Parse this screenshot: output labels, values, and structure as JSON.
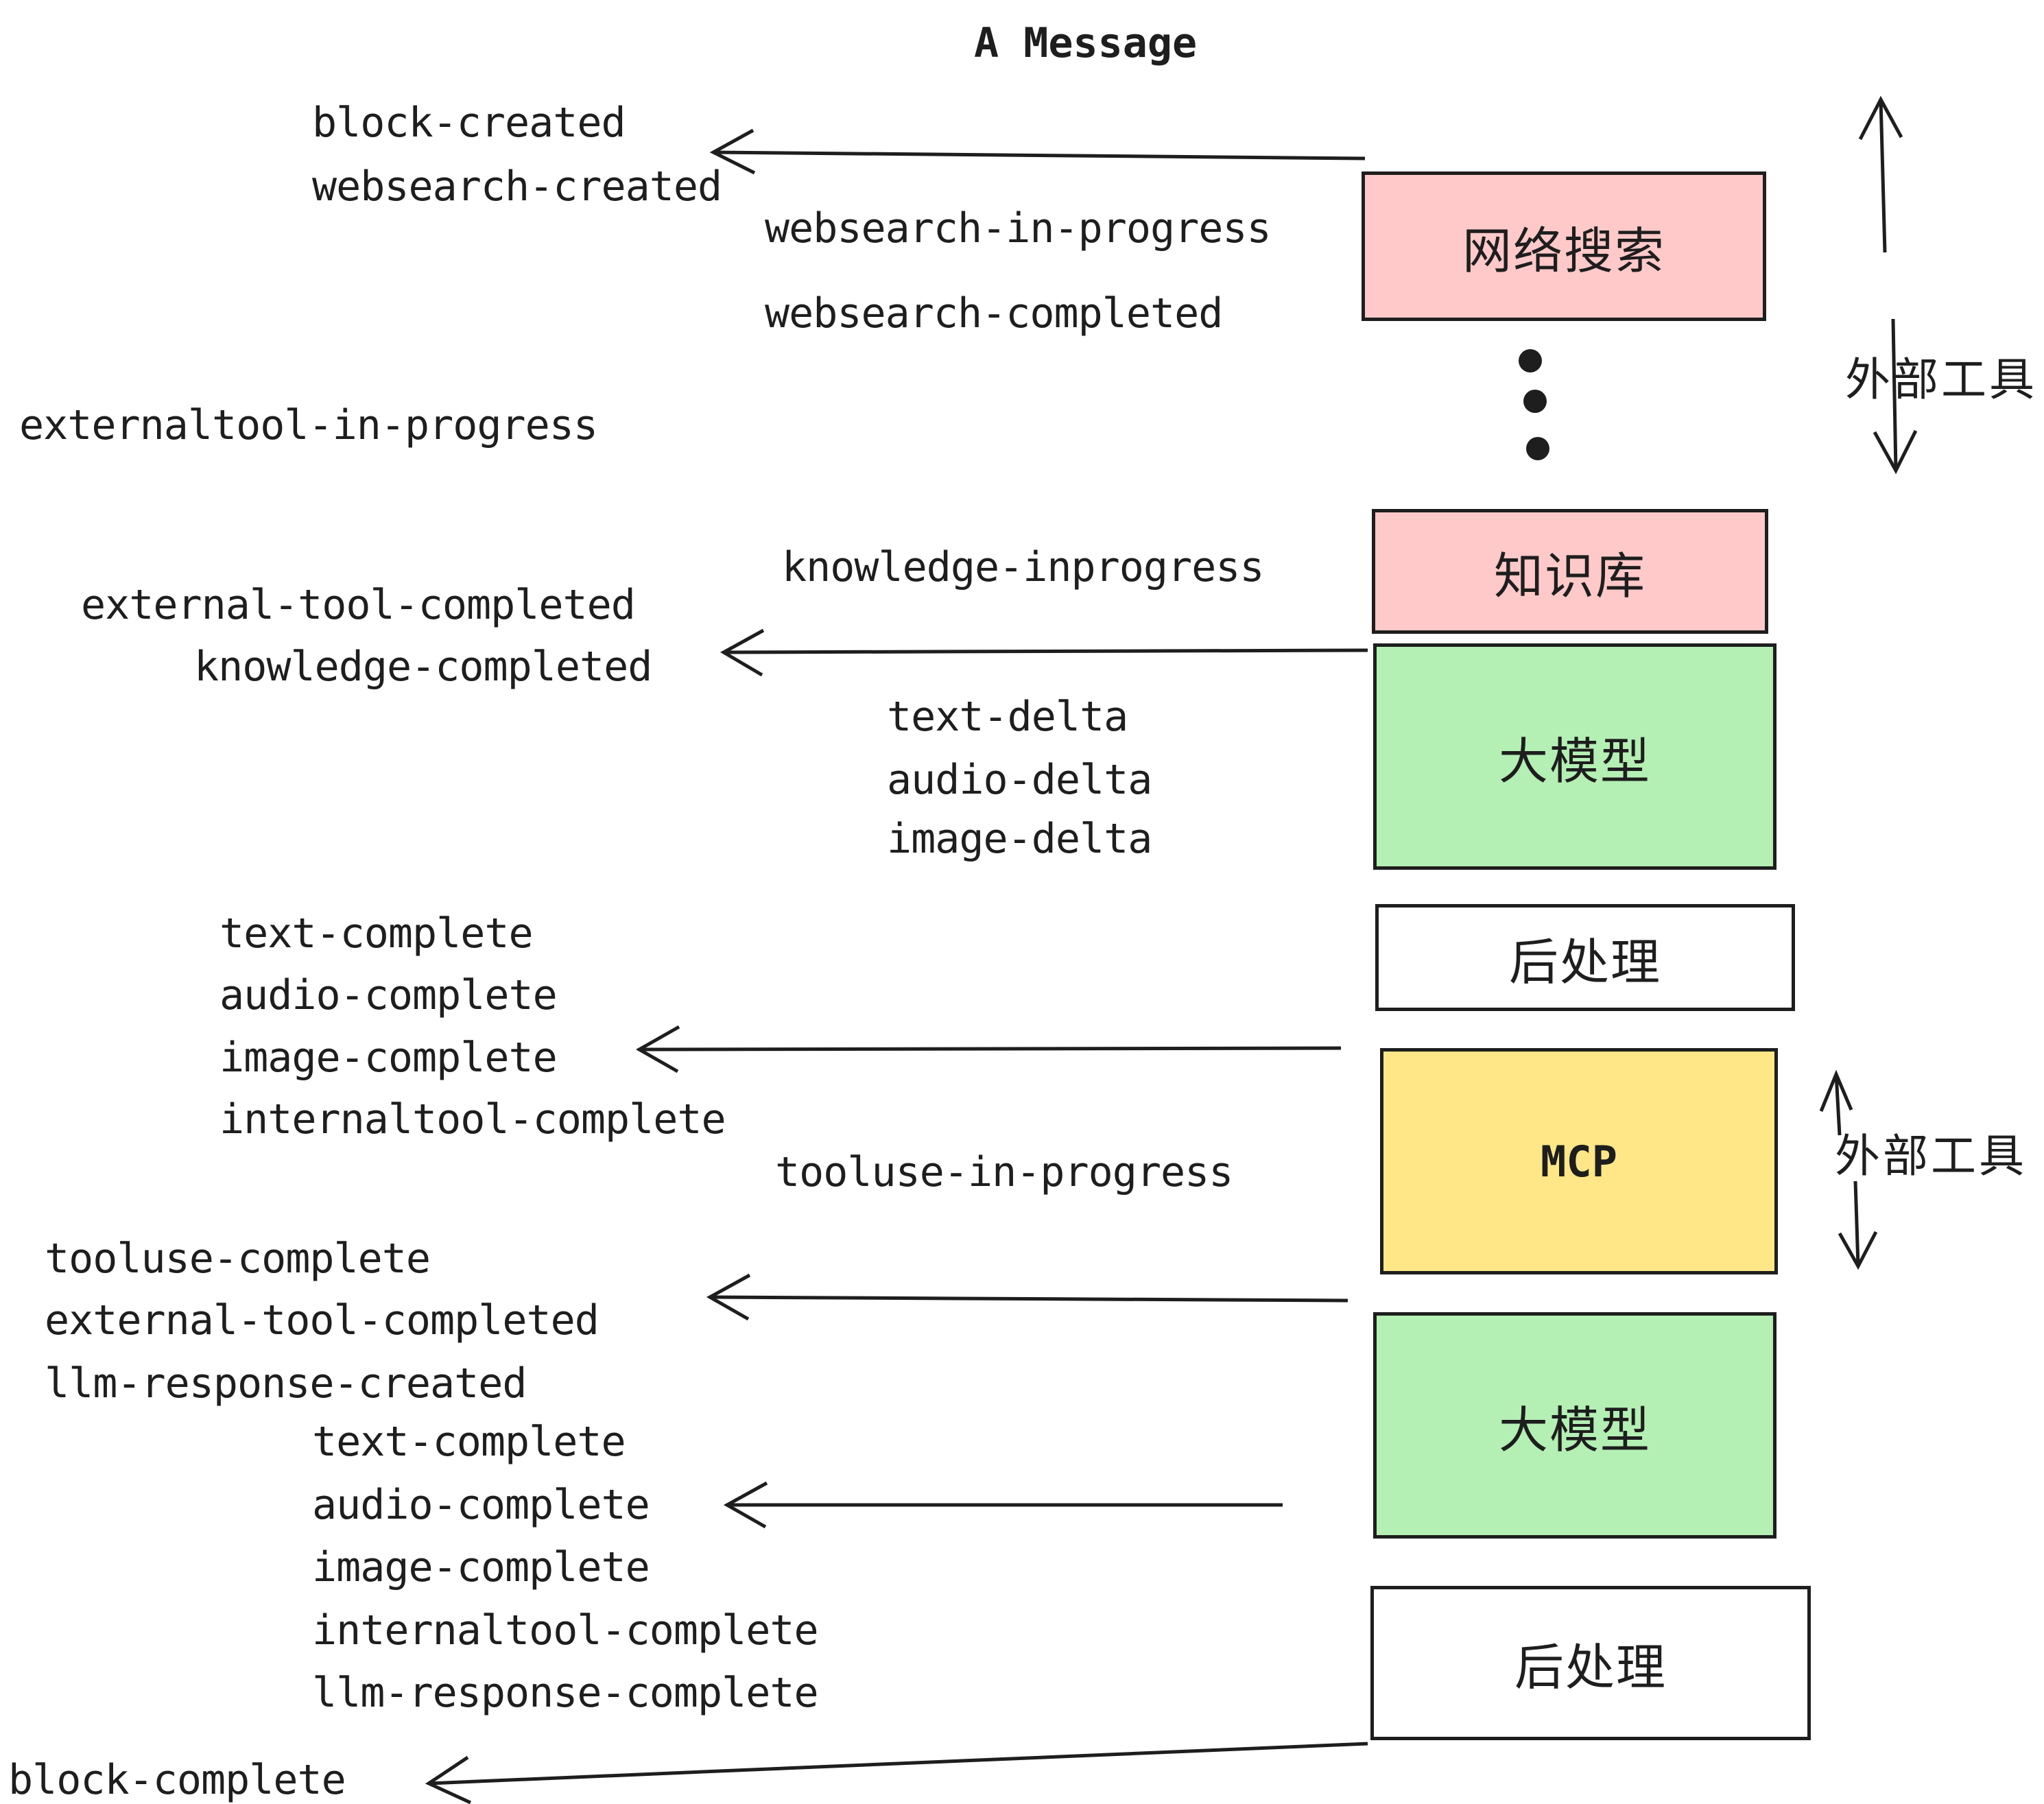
{
  "title": "A Message",
  "boxes": {
    "websearch": {
      "label": "网络搜索",
      "color": "#ffc9c9"
    },
    "knowledge": {
      "label": "知识库",
      "color": "#ffc9c9"
    },
    "llm1": {
      "label": "大模型",
      "color": "#b4efb4"
    },
    "post1": {
      "label": "后处理",
      "color": "#ffffff"
    },
    "mcp": {
      "label": "MCP",
      "color": "#ffe787"
    },
    "llm2": {
      "label": "大模型",
      "color": "#b4efb4"
    },
    "post2": {
      "label": "后处理",
      "color": "#ffffff"
    }
  },
  "side_labels": {
    "external_tools_top": "外部工具",
    "external_tools_mcp": "外部工具"
  },
  "events": {
    "block_created": "block-created",
    "websearch_created": "websearch-created",
    "websearch_in_progress": "websearch-in-progress",
    "websearch_completed": "websearch-completed",
    "externaltool_in_progress": "externaltool-in-progress",
    "knowledge_inprogress": "knowledge-inprogress",
    "external_tool_completed_1": "external-tool-completed",
    "knowledge_completed": "knowledge-completed",
    "text_delta_1": "text-delta",
    "audio_delta_1": "audio-delta",
    "image_delta_1": "image-delta",
    "text_complete_1": "text-complete",
    "audio_complete_1": "audio-complete",
    "image_complete_1": "image-complete",
    "internaltool_complete_1": "internaltool-complete",
    "tooluse_in_progress": "tooluse-in-progress",
    "tooluse_complete": "tooluse-complete",
    "external_tool_completed_2": "external-tool-completed",
    "llm_response_created": "llm-response-created",
    "text_complete_2": "text-complete",
    "audio_complete_2": "audio-complete",
    "image_complete_2": "image-complete",
    "internaltool_complete_2": "internaltool-complete",
    "llm_response_complete": "llm-response-complete",
    "block_complete": "block-complete"
  },
  "colors": {
    "stroke": "#1e1e1e",
    "pink": "#ffc9c9",
    "green": "#b4efb4",
    "yellow": "#ffe787",
    "background": "#ffffff"
  }
}
